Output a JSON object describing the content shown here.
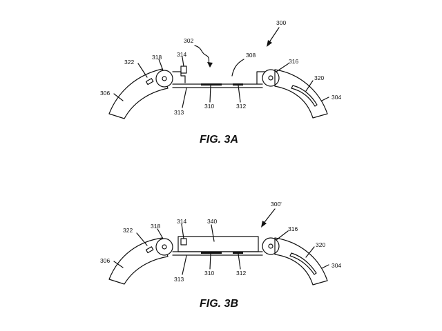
{
  "figures": [
    {
      "caption": "FIG. 3A",
      "labels": {
        "assembly": "300",
        "gap_or_module_area": "302",
        "band_right": "304",
        "band_left": "306",
        "recess": "308",
        "contact_left": "310",
        "contact_right": "312",
        "base_plate": "313",
        "latch": "314",
        "hinge_right": "316",
        "hinge_left": "318",
        "slot_right": "320",
        "slot_left": "322"
      }
    },
    {
      "caption": "FIG. 3B",
      "labels": {
        "assembly": "300'",
        "band_right": "304",
        "band_left": "306",
        "contact_left": "310",
        "contact_right": "312",
        "base_plate": "313",
        "latch": "314",
        "hinge_right": "316",
        "hinge_left": "318",
        "slot_right": "320",
        "slot_left": "322",
        "module": "340"
      }
    }
  ]
}
